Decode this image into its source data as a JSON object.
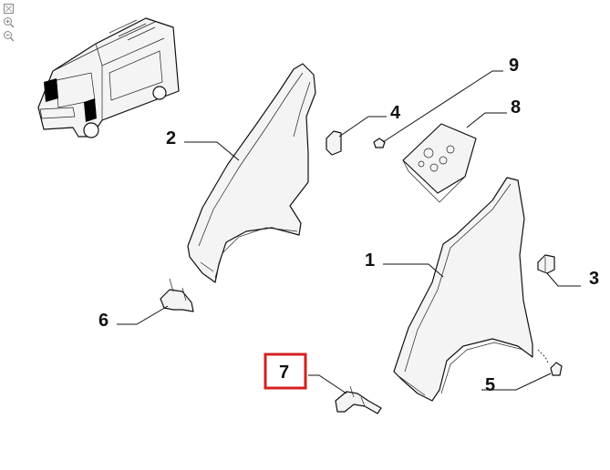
{
  "toolbar": {
    "tools": [
      {
        "icon": "fit-page-icon"
      },
      {
        "icon": "zoom-in-icon"
      },
      {
        "icon": "zoom-out-icon"
      }
    ]
  },
  "diagram": {
    "callouts": [
      {
        "number": "1"
      },
      {
        "number": "2"
      },
      {
        "number": "3"
      },
      {
        "number": "4"
      },
      {
        "number": "5"
      },
      {
        "number": "6"
      },
      {
        "number": "7",
        "highlighted": true,
        "highlight_color": "#d42020"
      },
      {
        "number": "8"
      },
      {
        "number": "9"
      }
    ]
  }
}
